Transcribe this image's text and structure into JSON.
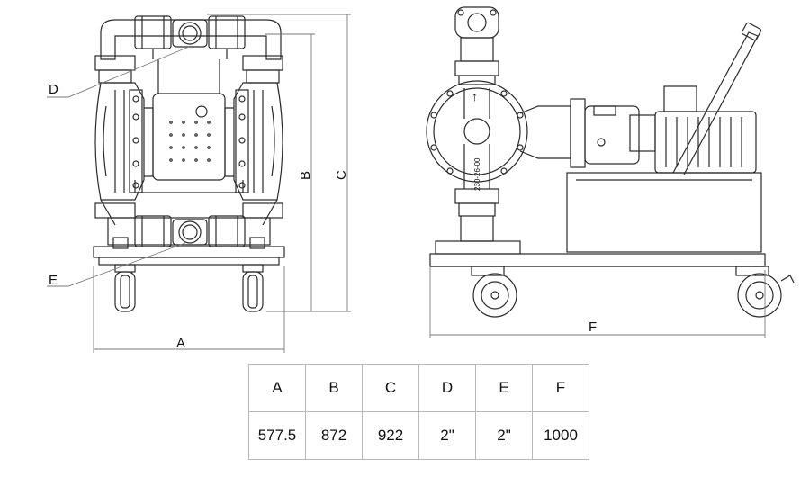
{
  "labels": {
    "A": "A",
    "B": "B",
    "C": "C",
    "D": "D",
    "E": "E",
    "F": "F",
    "arrow_glyph": "↑",
    "housing_text": "230-26-00"
  },
  "table": {
    "headers": [
      "A",
      "B",
      "C",
      "D",
      "E",
      "F"
    ],
    "values": [
      "577.5",
      "872",
      "922",
      "2\"",
      "2\"",
      "1000"
    ]
  },
  "colors": {
    "line": "#2a2a2a",
    "dim": "#7a7a7a",
    "grid": "#b9b9b9"
  }
}
